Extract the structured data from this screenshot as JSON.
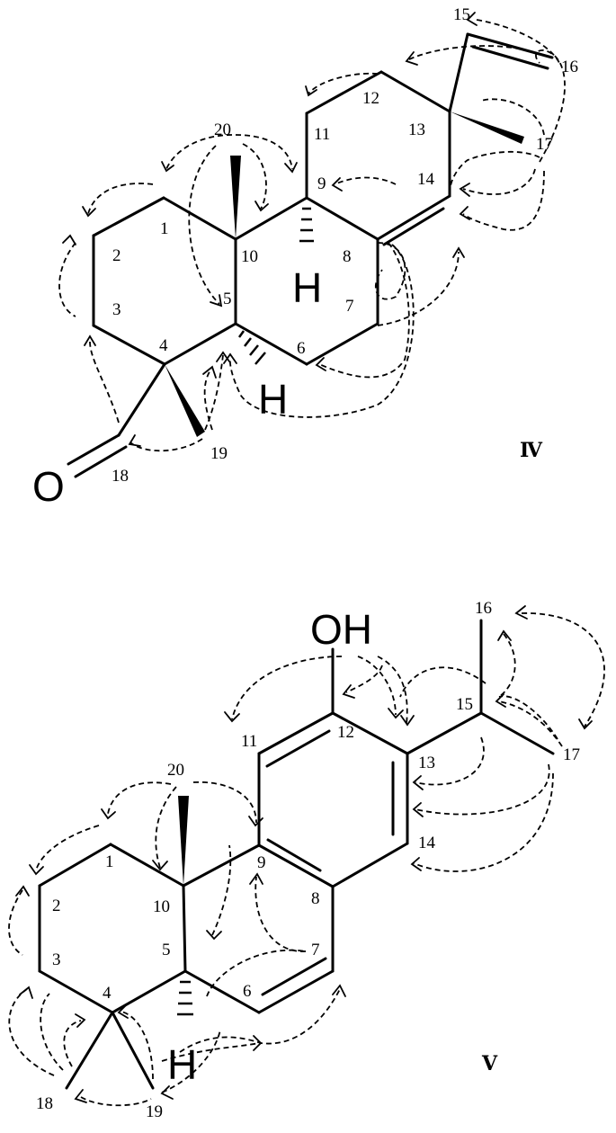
{
  "compound_iv": {
    "label": "Ⅳ",
    "atom_o": "O",
    "atom_h9": "H",
    "atom_h5": "H",
    "numbers": [
      "1",
      "2",
      "3",
      "4",
      "5",
      "6",
      "7",
      "8",
      "9",
      "10",
      "11",
      "12",
      "13",
      "14",
      "15",
      "16",
      "17",
      "18",
      "19",
      "20"
    ]
  },
  "compound_v": {
    "label": "V",
    "atom_oh": "OH",
    "atom_h5": "H",
    "numbers": [
      "1",
      "2",
      "3",
      "4",
      "5",
      "6",
      "7",
      "8",
      "9",
      "10",
      "11",
      "12",
      "13",
      "14",
      "15",
      "16",
      "17",
      "18",
      "19",
      "20"
    ]
  }
}
